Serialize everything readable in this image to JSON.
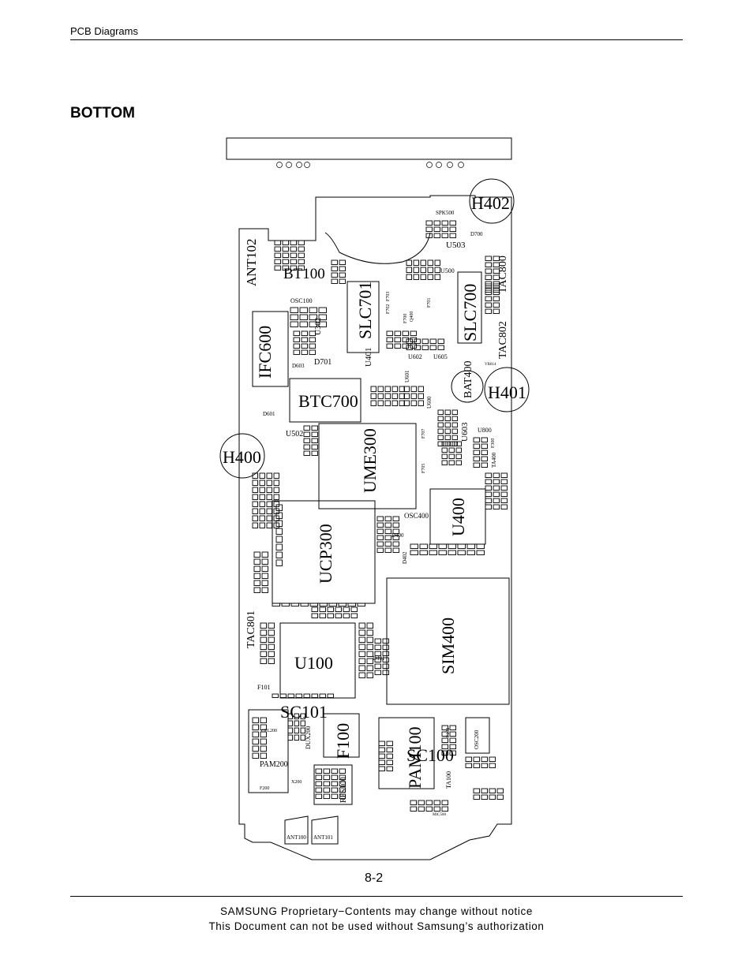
{
  "header": {
    "title": "PCB Diagrams"
  },
  "section": {
    "title": "BOTTOM"
  },
  "diagram": {
    "large_labels": [
      {
        "id": "H402",
        "text": "H402"
      },
      {
        "id": "ANT102",
        "text": "ANT102"
      },
      {
        "id": "BT100",
        "text": "BT100"
      },
      {
        "id": "SLC701",
        "text": "SLC701"
      },
      {
        "id": "SLC700",
        "text": "SLC700"
      },
      {
        "id": "TAC800",
        "text": "TAC800"
      },
      {
        "id": "IFC600",
        "text": "IFC600"
      },
      {
        "id": "TAC802",
        "text": "TAC802"
      },
      {
        "id": "BAT400",
        "text": "BAT400"
      },
      {
        "id": "H401",
        "text": "H401"
      },
      {
        "id": "BTC700",
        "text": "BTC700"
      },
      {
        "id": "H400",
        "text": "H400"
      },
      {
        "id": "UME300",
        "text": "UME300"
      },
      {
        "id": "U400",
        "text": "U400"
      },
      {
        "id": "UCP300",
        "text": "UCP300"
      },
      {
        "id": "TAC801",
        "text": "TAC801"
      },
      {
        "id": "SIM400",
        "text": "SIM400"
      },
      {
        "id": "U100",
        "text": "U100"
      },
      {
        "id": "SC101",
        "text": "SC101"
      },
      {
        "id": "F100",
        "text": "F100"
      },
      {
        "id": "PAM100",
        "text": "PAM100"
      },
      {
        "id": "SC100",
        "text": "SC100"
      }
    ],
    "small_labels": [
      {
        "id": "SPK500",
        "text": "SPK500"
      },
      {
        "id": "D700",
        "text": "D700"
      },
      {
        "id": "U503",
        "text": "U503"
      },
      {
        "id": "U500",
        "text": "U500"
      },
      {
        "id": "OSC100",
        "text": "OSC100"
      },
      {
        "id": "U302",
        "text": "U302"
      },
      {
        "id": "D603",
        "text": "D603"
      },
      {
        "id": "D701",
        "text": "D701"
      },
      {
        "id": "U401",
        "text": "U401"
      },
      {
        "id": "U602",
        "text": "U602"
      },
      {
        "id": "U605",
        "text": "U605"
      },
      {
        "id": "U601",
        "text": "U601"
      },
      {
        "id": "U600",
        "text": "U600"
      },
      {
        "id": "D601",
        "text": "D601"
      },
      {
        "id": "U502",
        "text": "U502"
      },
      {
        "id": "U603",
        "text": "U603"
      },
      {
        "id": "U800",
        "text": "U800"
      },
      {
        "id": "TA400",
        "text": "TA400"
      },
      {
        "id": "OSC400",
        "text": "OSC400"
      },
      {
        "id": "D400",
        "text": "D400"
      },
      {
        "id": "D402",
        "text": "D402"
      },
      {
        "id": "D401",
        "text": "D401"
      },
      {
        "id": "F101",
        "text": "F101"
      },
      {
        "id": "CPL200",
        "text": "CPL200"
      },
      {
        "id": "DUX200",
        "text": "DUX200"
      },
      {
        "id": "PAM200",
        "text": "PAM200"
      },
      {
        "id": "F200",
        "text": "F200"
      },
      {
        "id": "X200",
        "text": "X200"
      },
      {
        "id": "RFS100",
        "text": "RFS100"
      },
      {
        "id": "TA100",
        "text": "TA100"
      },
      {
        "id": "F102",
        "text": "F102"
      },
      {
        "id": "OSC200",
        "text": "OSC200"
      },
      {
        "id": "ANT100",
        "text": "ANT100"
      },
      {
        "id": "ANT101",
        "text": "ANT101"
      },
      {
        "id": "Q400",
        "text": "Q400"
      },
      {
        "id": "F700",
        "text": "F700"
      },
      {
        "id": "F701",
        "text": "F701"
      },
      {
        "id": "F702",
        "text": "F702"
      },
      {
        "id": "F703",
        "text": "F703"
      },
      {
        "id": "F707",
        "text": "F707"
      },
      {
        "id": "F705",
        "text": "F705"
      },
      {
        "id": "F300",
        "text": "F300"
      },
      {
        "id": "VR814",
        "text": "VR814"
      },
      {
        "id": "MIC500",
        "text": "MIC500"
      }
    ]
  },
  "page_number": "8-2",
  "footer": {
    "line1": "SAMSUNG Proprietary−Contents may change without notice",
    "line2": "This Document can not be used without Samsung’s authorization"
  }
}
